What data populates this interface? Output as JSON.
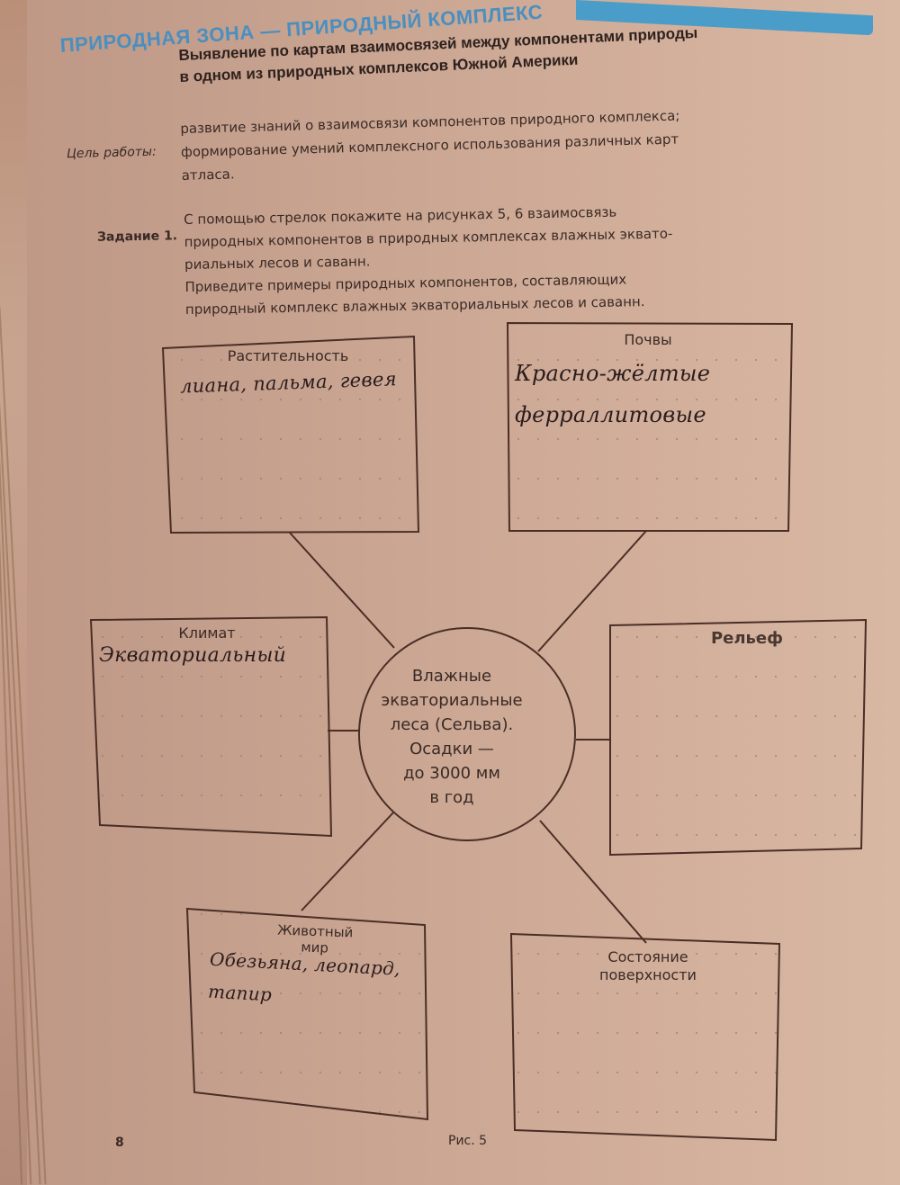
{
  "header": {
    "topic_title": "ПРИРОДНАЯ ЗОНА — ПРИРОДНЫЙ КОМПЛЕКС",
    "subtitle_line1": "Выявление по картам взаимосвязей между компонентами природы",
    "subtitle_line2": "в одном из природных комплексов Южной Америки",
    "accent_color": "#4a9cc9"
  },
  "goal": {
    "label": "Цель работы:",
    "line1": "развитие знаний о взаимосвязи компонентов природного комплекса;",
    "line2": "формирование умений комплексного использования различных карт",
    "line3": "атласа."
  },
  "task": {
    "label": "Задание 1.",
    "line1": "С помощью стрелок покажите на рисунках 5, 6 взаимосвязь",
    "line2": "природных компонентов в природных комплексах влажных эквато-",
    "line3": "риальных лесов и саванн.",
    "line4": "Приведите примеры природных компонентов, составляющих",
    "line5": "природный комплекс влажных экваториальных лесов и саванн."
  },
  "diagram": {
    "center": {
      "line1": "Влажные",
      "line2": "экваториальные",
      "line3": "леса (Сельва).",
      "line4": "Осадки —",
      "line5": "до 3000 мм",
      "line6": "в год"
    },
    "boxes": {
      "vegetation": {
        "title": "Растительность",
        "answer": "лиана, пальма, гевея"
      },
      "soils": {
        "title": "Почвы",
        "answer_line1": "Красно-жёлтые",
        "answer_line2": "ферраллитовые"
      },
      "climate": {
        "title": "Климат",
        "answer": "Экваториальный"
      },
      "relief": {
        "title": "Рельеф",
        "answer": ""
      },
      "fauna": {
        "title_line1": "Животный",
        "title_line2": "мир",
        "answer_line1": "Обезьяна, леопард,",
        "answer_line2": "тапир"
      },
      "surface": {
        "title_line1": "Состояние",
        "title_line2": "поверхности",
        "answer": ""
      }
    }
  },
  "footer": {
    "page_number": "8",
    "figure_caption": "Рис. 5"
  }
}
